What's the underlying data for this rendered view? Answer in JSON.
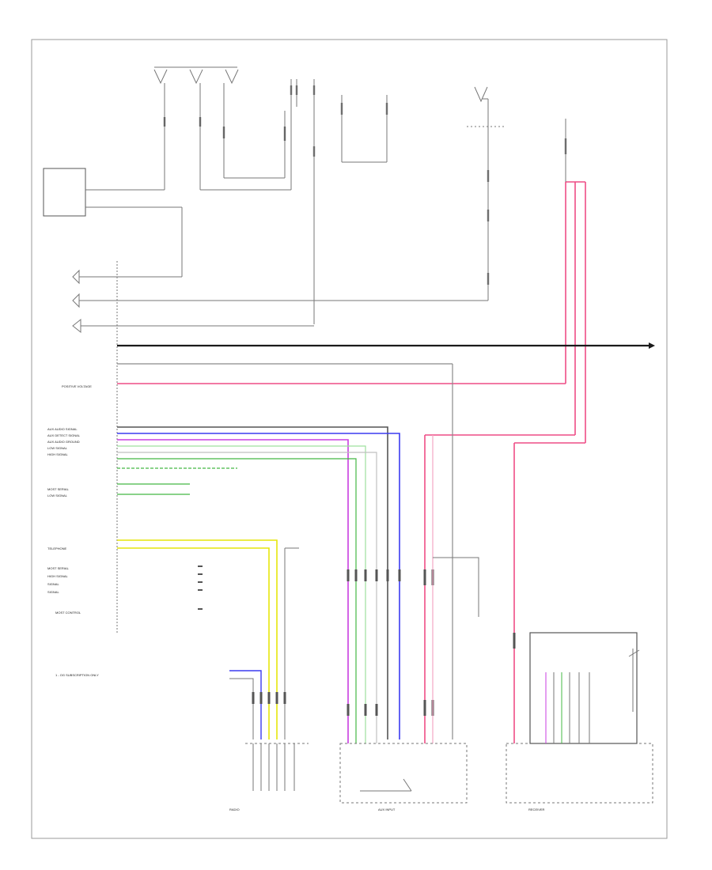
{
  "diagram": {
    "legend_note": "1 - OG SUBSCRIPTION ONLY",
    "left_labels": [
      "POSITIVE VOLTAGE",
      "AUX AUDIO SIGNAL",
      "AUX DETECT SIGNAL",
      "AUX AUDIO GROUND",
      "LOW SIGNAL",
      "HIGH SIGNAL",
      "MOST SERIAL",
      "LOW SIGNAL",
      "TELEPHONE",
      "MOST SERIAL",
      "HIGH SIGNAL",
      "SIGNAL",
      "SIGNAL",
      "MOST CONTROL"
    ],
    "bottom_labels": {
      "left_connector": "RADIO",
      "middle_module": "AUX INPUT",
      "right_module": "RECEIVER"
    },
    "colors": {
      "wire_black": "#1a1a1a",
      "wire_gray": "#8a8a8a",
      "wire_pink": "#ee4d86",
      "wire_blue": "#3b3bf0",
      "wire_violet": "#c93ee0",
      "wire_green": "#44b844",
      "wire_yellow": "#e6e60c",
      "wire_light_pink": "#f4a6c4"
    }
  }
}
